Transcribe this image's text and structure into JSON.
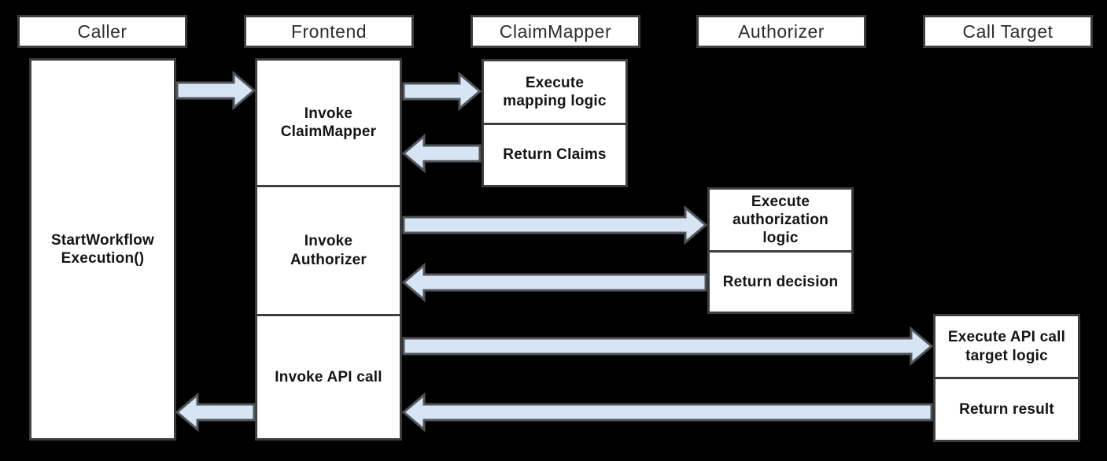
{
  "colors": {
    "background": "#000000",
    "box_fill": "#ffffff",
    "box_border": "#3d3d3d",
    "arrow_fill": "#d7e4f4",
    "arrow_stroke": "#50555a",
    "text": "#141414"
  },
  "lifelines": [
    {
      "label": "Caller"
    },
    {
      "label": "Frontend"
    },
    {
      "label": "ClaimMapper"
    },
    {
      "label": "Authorizer"
    },
    {
      "label": "Call Target"
    }
  ],
  "steps": {
    "caller_start": "StartWorkflow\nExecution()",
    "invoke_claimmapper": "Invoke\nClaimMapper",
    "invoke_authorizer": "Invoke\nAuthorizer",
    "invoke_api_call": "Invoke API call",
    "execute_mapping_logic": "Execute\nmapping logic",
    "return_claims": "Return Claims",
    "execute_authorization_logic": "Execute\nauthorization\nlogic",
    "return_decision": "Return decision",
    "execute_api_call_target_logic": "Execute API call\ntarget logic",
    "return_result": "Return result"
  },
  "arrows": [
    {
      "name": "caller-to-frontend",
      "from": "Caller",
      "to": "Frontend",
      "direction": "right"
    },
    {
      "name": "frontend-to-claimmapper",
      "from": "Frontend",
      "to": "ClaimMapper",
      "direction": "right"
    },
    {
      "name": "claimmapper-to-frontend",
      "from": "ClaimMapper",
      "to": "Frontend",
      "direction": "left"
    },
    {
      "name": "frontend-to-authorizer",
      "from": "Frontend",
      "to": "Authorizer",
      "direction": "right"
    },
    {
      "name": "authorizer-to-frontend",
      "from": "Authorizer",
      "to": "Frontend",
      "direction": "left"
    },
    {
      "name": "frontend-to-calltarget",
      "from": "Frontend",
      "to": "Call Target",
      "direction": "right"
    },
    {
      "name": "calltarget-to-frontend",
      "from": "Call Target",
      "to": "Frontend",
      "direction": "left"
    },
    {
      "name": "frontend-to-caller",
      "from": "Frontend",
      "to": "Caller",
      "direction": "left"
    }
  ]
}
